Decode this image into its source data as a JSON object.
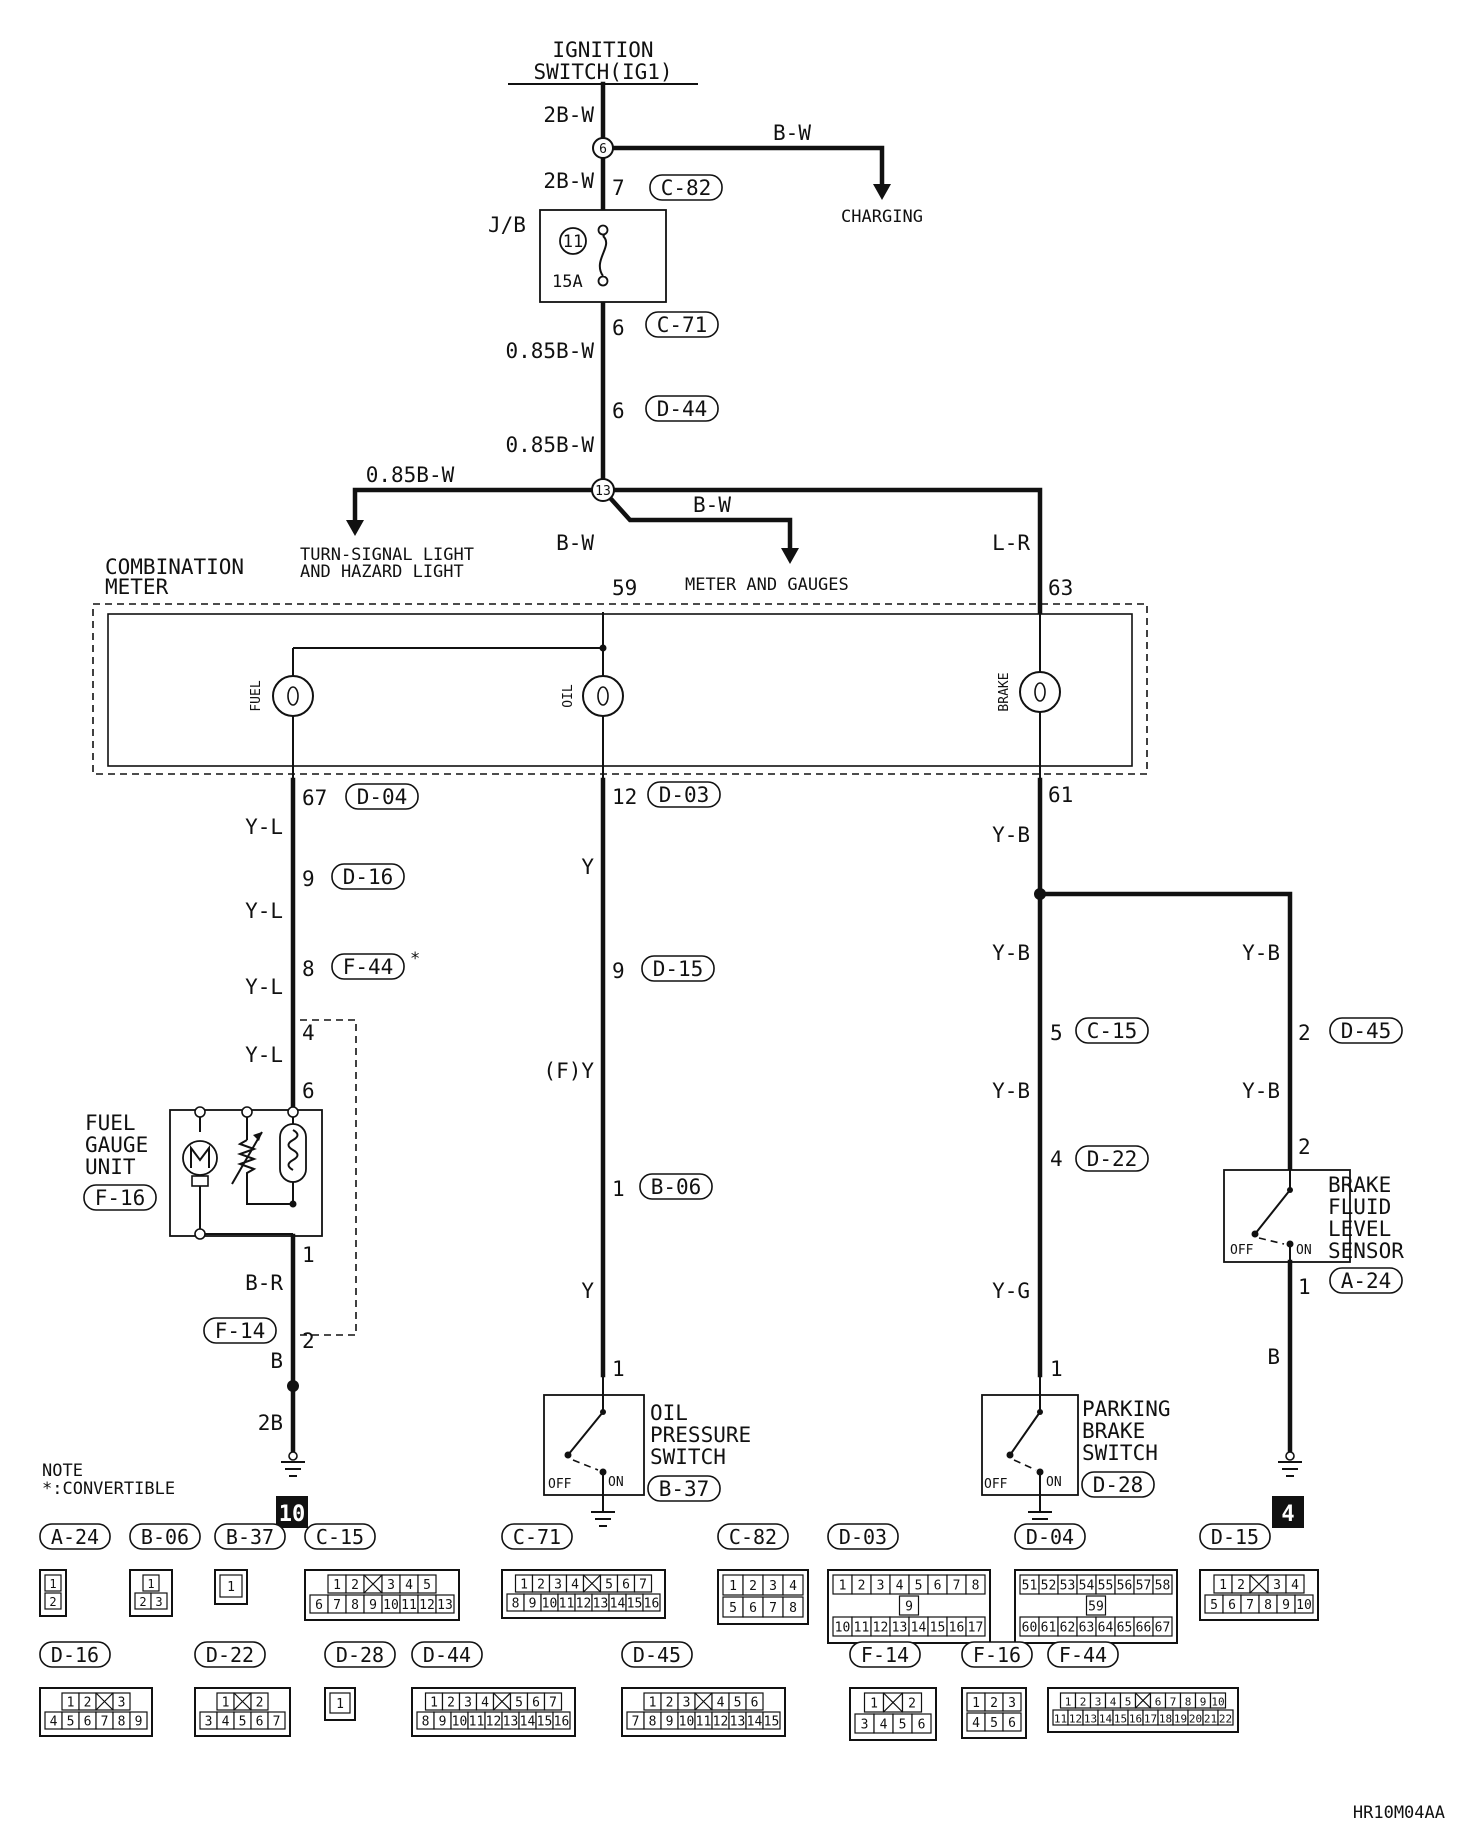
{
  "top": {
    "line1": "IGNITION",
    "line2": "SWITCH(IG1)"
  },
  "wires": {
    "w_2bw_a": "2B-W",
    "w_bw_charge": "B-W",
    "w_2bw_b": "2B-W",
    "w_085bw_a": "0.85B-W",
    "w_085bw_b": "0.85B-W",
    "w_085bw_left": "0.85B-W",
    "w_bw_meter": "B-W",
    "w_bw_down": "B-W",
    "w_lr": "L-R",
    "w_yl_1": "Y-L",
    "w_yl_2": "Y-L",
    "w_yl_3": "Y-L",
    "w_yl_4": "Y-L",
    "w_br": "B-R",
    "w_b_left": "B",
    "w_2b": "2B",
    "w_y_1": "Y",
    "w_fy": "(F)Y",
    "w_y_2": "Y",
    "w_yb_1": "Y-B",
    "w_yb_2": "Y-B",
    "w_yb_3": "Y-B",
    "w_yg": "Y-G",
    "w_yb_r1": "Y-B",
    "w_yb_r2": "Y-B",
    "w_b_right": "B"
  },
  "dest": {
    "charging": "CHARGING",
    "turn1": "TURN-SIGNAL LIGHT",
    "turn2": "AND HAZARD LIGHT",
    "meters": "METER AND GAUGES"
  },
  "jb": {
    "label": "J/B",
    "fuse_no": "11",
    "fuse_amp": "15A"
  },
  "junctions": {
    "j6": "6",
    "j13": "13"
  },
  "pins": {
    "p7": "7",
    "p6a": "6",
    "p6b": "6",
    "p59": "59",
    "p63": "63",
    "p67": "67",
    "p12": "12",
    "p61": "61",
    "p9a": "9",
    "p8": "8",
    "p4": "4",
    "p6c": "6",
    "p1a": "1",
    "p2a": "2",
    "p9b": "9",
    "p1b": "1",
    "p1c": "1",
    "p5": "5",
    "p4b": "4",
    "p1d": "1",
    "p2b": "2",
    "p2c": "2",
    "p1e": "1"
  },
  "conns": {
    "c82": "C-82",
    "c71": "C-71",
    "d44": "D-44",
    "d04": "D-04",
    "d03": "D-03",
    "d16": "D-16",
    "f44": "F-44",
    "f14": "F-14",
    "d15": "D-15",
    "b06": "B-06",
    "c15": "C-15",
    "d22": "D-22",
    "d45": "D-45",
    "f16": "F-16",
    "b37": "B-37",
    "d28": "D-28",
    "a24": "A-24"
  },
  "f44_star": "*",
  "meter": {
    "l1": "COMBINATION",
    "l2": "METER",
    "fuel": "FUEL",
    "oil": "OIL",
    "brake": "BRAKE"
  },
  "fuel_unit": {
    "l1": "FUEL",
    "l2": "GAUGE",
    "l3": "UNIT"
  },
  "oil_sw": {
    "l1": "OIL",
    "l2": "PRESSURE",
    "l3": "SWITCH",
    "off": "OFF",
    "on": "ON"
  },
  "park_sw": {
    "l1": "PARKING",
    "l2": "BRAKE",
    "l3": "SWITCH",
    "off": "OFF",
    "on": "ON"
  },
  "brake_sensor": {
    "l1": "BRAKE",
    "l2": "FLUID",
    "l3": "LEVEL",
    "l4": "SENSOR",
    "off": "OFF",
    "on": "ON"
  },
  "grounds": {
    "g10": "10",
    "g4": "4"
  },
  "note": {
    "l1": "NOTE",
    "l2": "*:CONVERTIBLE"
  },
  "ref_code": "HR10M04AA",
  "connector_views": [
    {
      "name": "A-24",
      "rows": [
        [
          "1"
        ],
        [
          "2"
        ]
      ]
    },
    {
      "name": "B-06",
      "rows": [
        [
          "1"
        ],
        [
          "2",
          "3"
        ]
      ]
    },
    {
      "name": "B-37",
      "rows": [
        [
          "1"
        ]
      ]
    },
    {
      "name": "C-15",
      "rows": [
        [
          "1",
          "2",
          "",
          "3",
          "4",
          "5"
        ],
        [
          "6",
          "7",
          "8",
          "9",
          "10",
          "11",
          "12",
          "13"
        ]
      ]
    },
    {
      "name": "C-71",
      "rows": [
        [
          "1",
          "2",
          "3",
          "4",
          "",
          "5",
          "6",
          "7"
        ],
        [
          "8",
          "9",
          "10",
          "11",
          "12",
          "13",
          "14",
          "15",
          "16"
        ]
      ]
    },
    {
      "name": "C-82",
      "rows": [
        [
          "1",
          "2",
          "3",
          "4"
        ],
        [
          "5",
          "6",
          "7",
          "8"
        ]
      ]
    },
    {
      "name": "D-03",
      "rows": [
        [
          "1",
          "2",
          "3",
          "4",
          "5",
          "6",
          "7",
          "8"
        ],
        [
          "9"
        ],
        [
          "10",
          "11",
          "12",
          "13",
          "14",
          "15",
          "16",
          "17"
        ]
      ]
    },
    {
      "name": "D-04",
      "rows": [
        [
          "51",
          "52",
          "53",
          "54",
          "55",
          "56",
          "57",
          "58"
        ],
        [
          "59"
        ],
        [
          "60",
          "61",
          "62",
          "63",
          "64",
          "65",
          "66",
          "67"
        ]
      ]
    },
    {
      "name": "D-15",
      "rows": [
        [
          "1",
          "2",
          "",
          "3",
          "4"
        ],
        [
          "5",
          "6",
          "7",
          "8",
          "9",
          "10"
        ]
      ]
    },
    {
      "name": "D-16",
      "rows": [
        [
          "1",
          "2",
          "",
          "3"
        ],
        [
          "4",
          "5",
          "6",
          "7",
          "8",
          "9"
        ]
      ]
    },
    {
      "name": "D-22",
      "rows": [
        [
          "1",
          "",
          "2"
        ],
        [
          "3",
          "4",
          "5",
          "6",
          "7"
        ]
      ]
    },
    {
      "name": "D-28",
      "rows": [
        [
          "1"
        ]
      ]
    },
    {
      "name": "D-44",
      "rows": [
        [
          "1",
          "2",
          "3",
          "4",
          "",
          "5",
          "6",
          "7"
        ],
        [
          "8",
          "9",
          "10",
          "11",
          "12",
          "13",
          "14",
          "15",
          "16"
        ]
      ]
    },
    {
      "name": "D-45",
      "rows": [
        [
          "1",
          "2",
          "3",
          "",
          "4",
          "5",
          "6"
        ],
        [
          "7",
          "8",
          "9",
          "10",
          "11",
          "12",
          "13",
          "14",
          "15"
        ]
      ]
    },
    {
      "name": "F-14",
      "rows": [
        [
          "1",
          "",
          "2"
        ],
        [
          "3",
          "4",
          "5",
          "6"
        ]
      ]
    },
    {
      "name": "F-16",
      "rows": [
        [
          "1",
          "2",
          "3"
        ],
        [
          "4",
          "5",
          "6"
        ]
      ]
    },
    {
      "name": "F-44",
      "rows": [
        [
          "1",
          "2",
          "3",
          "4",
          "5",
          "",
          "6",
          "7",
          "8",
          "9",
          "10"
        ],
        [
          "11",
          "12",
          "13",
          "14",
          "15",
          "16",
          "17",
          "18",
          "19",
          "20",
          "21",
          "22"
        ]
      ]
    }
  ]
}
